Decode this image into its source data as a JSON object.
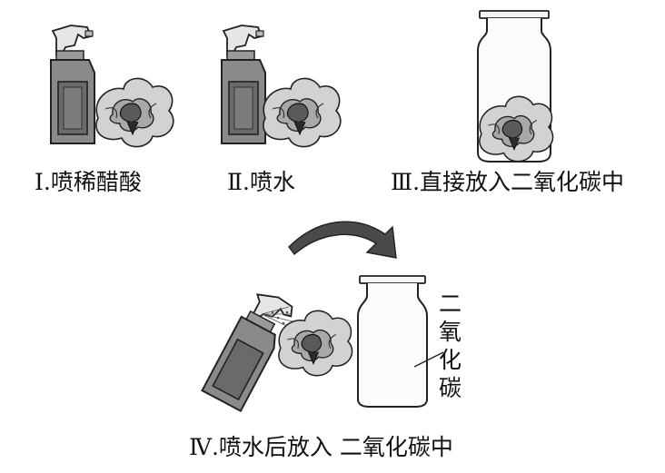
{
  "captions": {
    "step1": "Ⅰ.喷稀醋酸",
    "step2": "Ⅱ.喷水",
    "step3": "Ⅲ.直接放入二氧化碳中",
    "step4": "Ⅳ.喷水后放入 二氧化碳中"
  },
  "gas_label": [
    "二",
    "氧",
    "化",
    "碳"
  ],
  "colors": {
    "ink": "#111111",
    "bottle_body": "#8a8a8a",
    "bottle_label": "#6a6a6a",
    "flower": "#cfcfcf",
    "flower_dark": "#555555"
  },
  "icons": [
    "spray-bottle-icon",
    "flower-icon",
    "gas-jar-icon",
    "curved-arrow-icon"
  ]
}
